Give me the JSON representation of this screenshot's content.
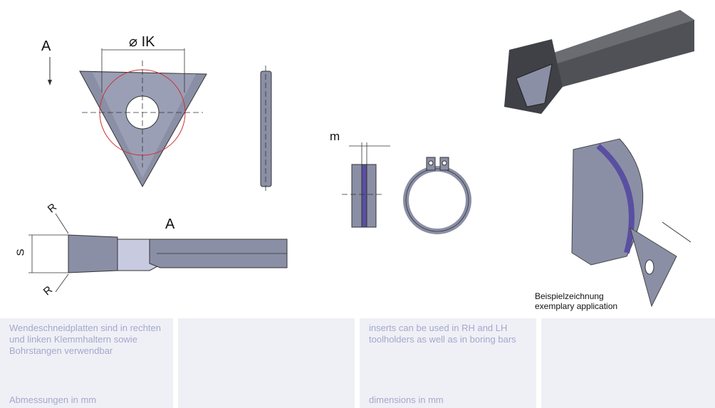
{
  "labels": {
    "view_a_top": "A",
    "diameter": "⌀ IK",
    "view_a_side": "A",
    "r_top": "R",
    "r_bottom": "R",
    "s": "S",
    "m": "m"
  },
  "caption": {
    "de": "Beispielzeichnung",
    "en": "exemplary application"
  },
  "panels": [
    {
      "text": "Wendeschneidplatten sind in rechten und linken Klemmhaltern sowie Bohrstangen verwendbar",
      "footer": "Abmessungen in mm"
    },
    {
      "text": "",
      "footer": ""
    },
    {
      "text": "inserts can be used in RH and LH toolholders as well as in boring bars",
      "footer": "dimensions in mm"
    },
    {
      "text": "",
      "footer": ""
    }
  ],
  "colors": {
    "insert": "#8a8fa6",
    "groove": "#5a4fa0",
    "holder": "#55575c"
  }
}
